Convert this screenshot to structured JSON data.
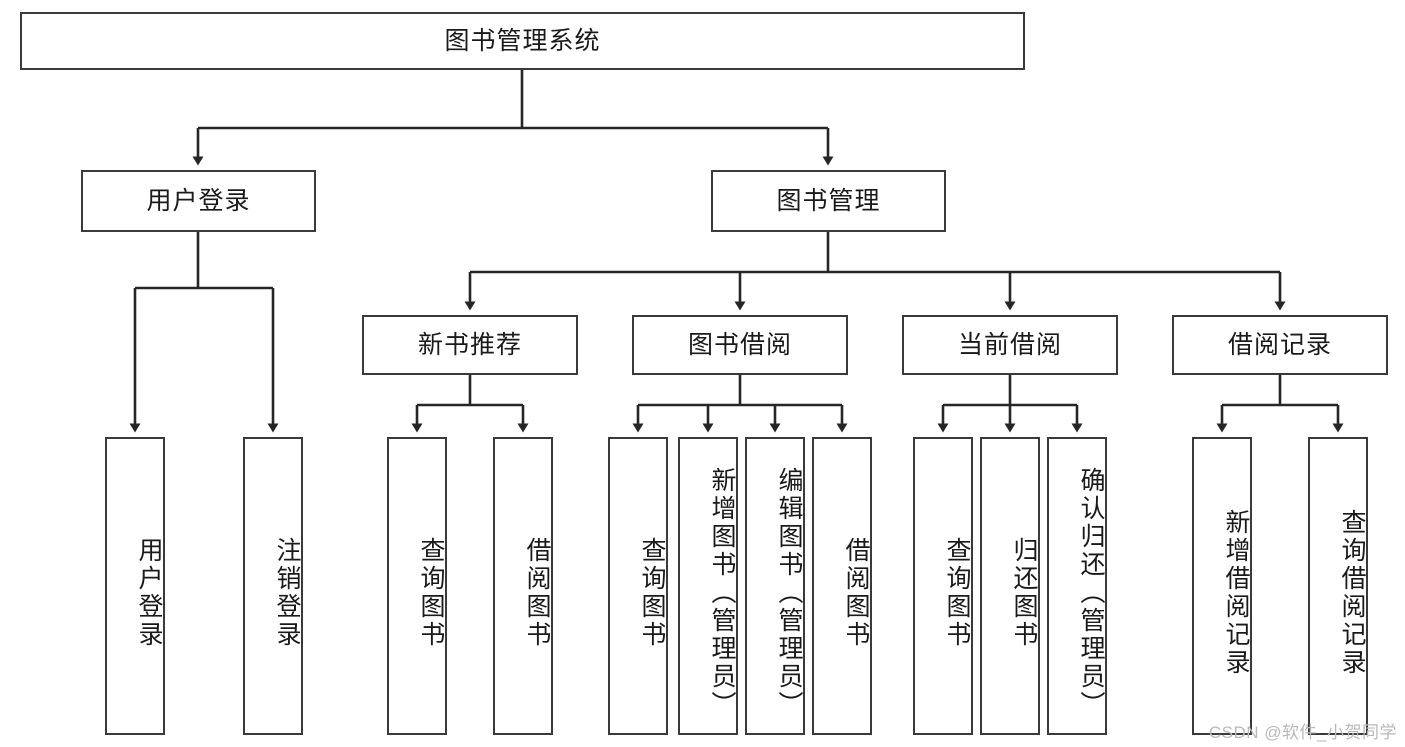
{
  "diagram": {
    "title": "图书管理系统",
    "watermark": "CSDN @软件_小贺同学",
    "colors": {
      "box_border": "#3a3a3a",
      "box_fill": "#ffffff",
      "connector": "#262626",
      "text": "#1a1a1a",
      "watermark": "#b9b9b9",
      "background": "#ffffff"
    },
    "levels": {
      "root": "图书管理系统",
      "level2": [
        "用户登录",
        "图书管理"
      ],
      "level3": [
        "新书推荐",
        "图书借阅",
        "当前借阅",
        "借阅记录"
      ]
    },
    "nodes": {
      "root": {
        "label": "图书管理系统"
      },
      "user_login": {
        "label": "用户登录"
      },
      "book_manage": {
        "label": "图书管理"
      },
      "new_book_rec": {
        "label": "新书推荐"
      },
      "book_borrow": {
        "label": "图书借阅"
      },
      "current_borrow": {
        "label": "当前借阅"
      },
      "borrow_record": {
        "label": "借阅记录"
      },
      "leaf_user_login": {
        "label": "用户登录"
      },
      "leaf_logout": {
        "label": "注销登录"
      },
      "leaf_query_book_1": {
        "label": "查询图书"
      },
      "leaf_borrow_book_1": {
        "label": "借阅图书"
      },
      "leaf_query_book_2": {
        "label": "查询图书"
      },
      "leaf_add_book": {
        "label": "新增图书（管理员）"
      },
      "leaf_edit_book": {
        "label": "编辑图书（管理员）"
      },
      "leaf_borrow_book_2": {
        "label": "借阅图书"
      },
      "leaf_query_book_3": {
        "label": "查询图书"
      },
      "leaf_return_book": {
        "label": "归还图书"
      },
      "leaf_confirm_return": {
        "label": "确认归还（管理员）"
      },
      "leaf_add_record": {
        "label": "新增借阅记录"
      },
      "leaf_query_record": {
        "label": "查询借阅记录"
      }
    },
    "edges": [
      {
        "from": "root",
        "to": "user_login"
      },
      {
        "from": "root",
        "to": "book_manage"
      },
      {
        "from": "user_login",
        "to": "leaf_user_login"
      },
      {
        "from": "user_login",
        "to": "leaf_logout"
      },
      {
        "from": "book_manage",
        "to": "new_book_rec"
      },
      {
        "from": "book_manage",
        "to": "book_borrow"
      },
      {
        "from": "book_manage",
        "to": "current_borrow"
      },
      {
        "from": "book_manage",
        "to": "borrow_record"
      },
      {
        "from": "new_book_rec",
        "to": "leaf_query_book_1"
      },
      {
        "from": "new_book_rec",
        "to": "leaf_borrow_book_1"
      },
      {
        "from": "book_borrow",
        "to": "leaf_query_book_2"
      },
      {
        "from": "book_borrow",
        "to": "leaf_add_book"
      },
      {
        "from": "book_borrow",
        "to": "leaf_edit_book"
      },
      {
        "from": "book_borrow",
        "to": "leaf_borrow_book_2"
      },
      {
        "from": "current_borrow",
        "to": "leaf_query_book_3"
      },
      {
        "from": "current_borrow",
        "to": "leaf_return_book"
      },
      {
        "from": "current_borrow",
        "to": "leaf_confirm_return"
      },
      {
        "from": "borrow_record",
        "to": "leaf_add_record"
      },
      {
        "from": "borrow_record",
        "to": "leaf_query_record"
      }
    ]
  }
}
